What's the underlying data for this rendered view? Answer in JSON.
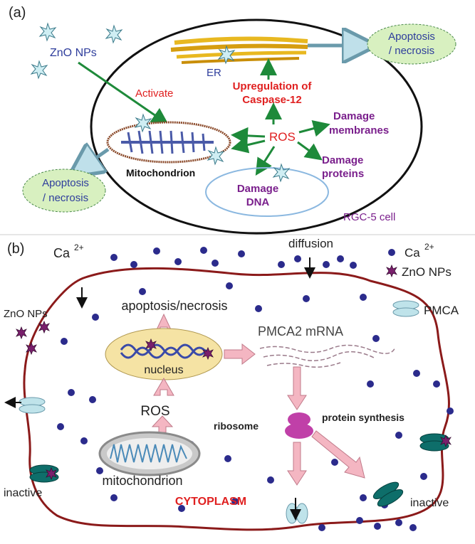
{
  "panel_a": {
    "label": "(a)",
    "zno": "ZnO NPs",
    "activate": "Activate",
    "er": "ER",
    "upreg_line1": "Upregulation of",
    "upreg_line2": "Caspase-12",
    "ros": "ROS",
    "dmg_membranes_1": "Damage",
    "dmg_membranes_2": "membranes",
    "dmg_proteins_1": "Damage",
    "dmg_proteins_2": "proteins",
    "dmg_dna_1": "Damage",
    "dmg_dna_2": "DNA",
    "mitochondrion": "Mitochondrion",
    "apoptosis_right_1": "Apoptosis",
    "apoptosis_right_2": "/ necrosis",
    "apoptosis_left_1": "Apoptosis",
    "apoptosis_left_2": "/ necrosis",
    "cell_label": "RGC-5 cell"
  },
  "panel_b": {
    "label": "(b)",
    "ca_left": "Ca",
    "ca_left_sup": "2+",
    "diffusion": "diffusion",
    "ca_right": "Ca",
    "ca_right_sup": "2+",
    "zno_legend": "ZnO NPs",
    "pmca_legend": "PMCA",
    "zno_outside": "ZnO NPs",
    "apoptosis": "apoptosis/necrosis",
    "pmca2": "PMCA2 mRNA",
    "nucleus": "nucleus",
    "ros": "ROS",
    "ribosome": "ribosome",
    "protein_synthesis": "protein synthesis",
    "mitochondrion": "mitochondrion",
    "cytoplasm": "CYTOPLASM",
    "inactive_left": "inactive",
    "inactive_right": "inactive"
  },
  "colors": {
    "zno_blue": "#2e3d9c",
    "red_label": "#e02020",
    "purple_label": "#7a1f8c",
    "green_arrow": "#1e8a3a",
    "cloud": "#d8f0c0",
    "membrane": "#8b1a1a",
    "dot": "#2b2b8c",
    "pink_arrow": "#f4b6c2",
    "ribosome": "#c040a8",
    "pmca_teal": "#0e6e6a"
  }
}
